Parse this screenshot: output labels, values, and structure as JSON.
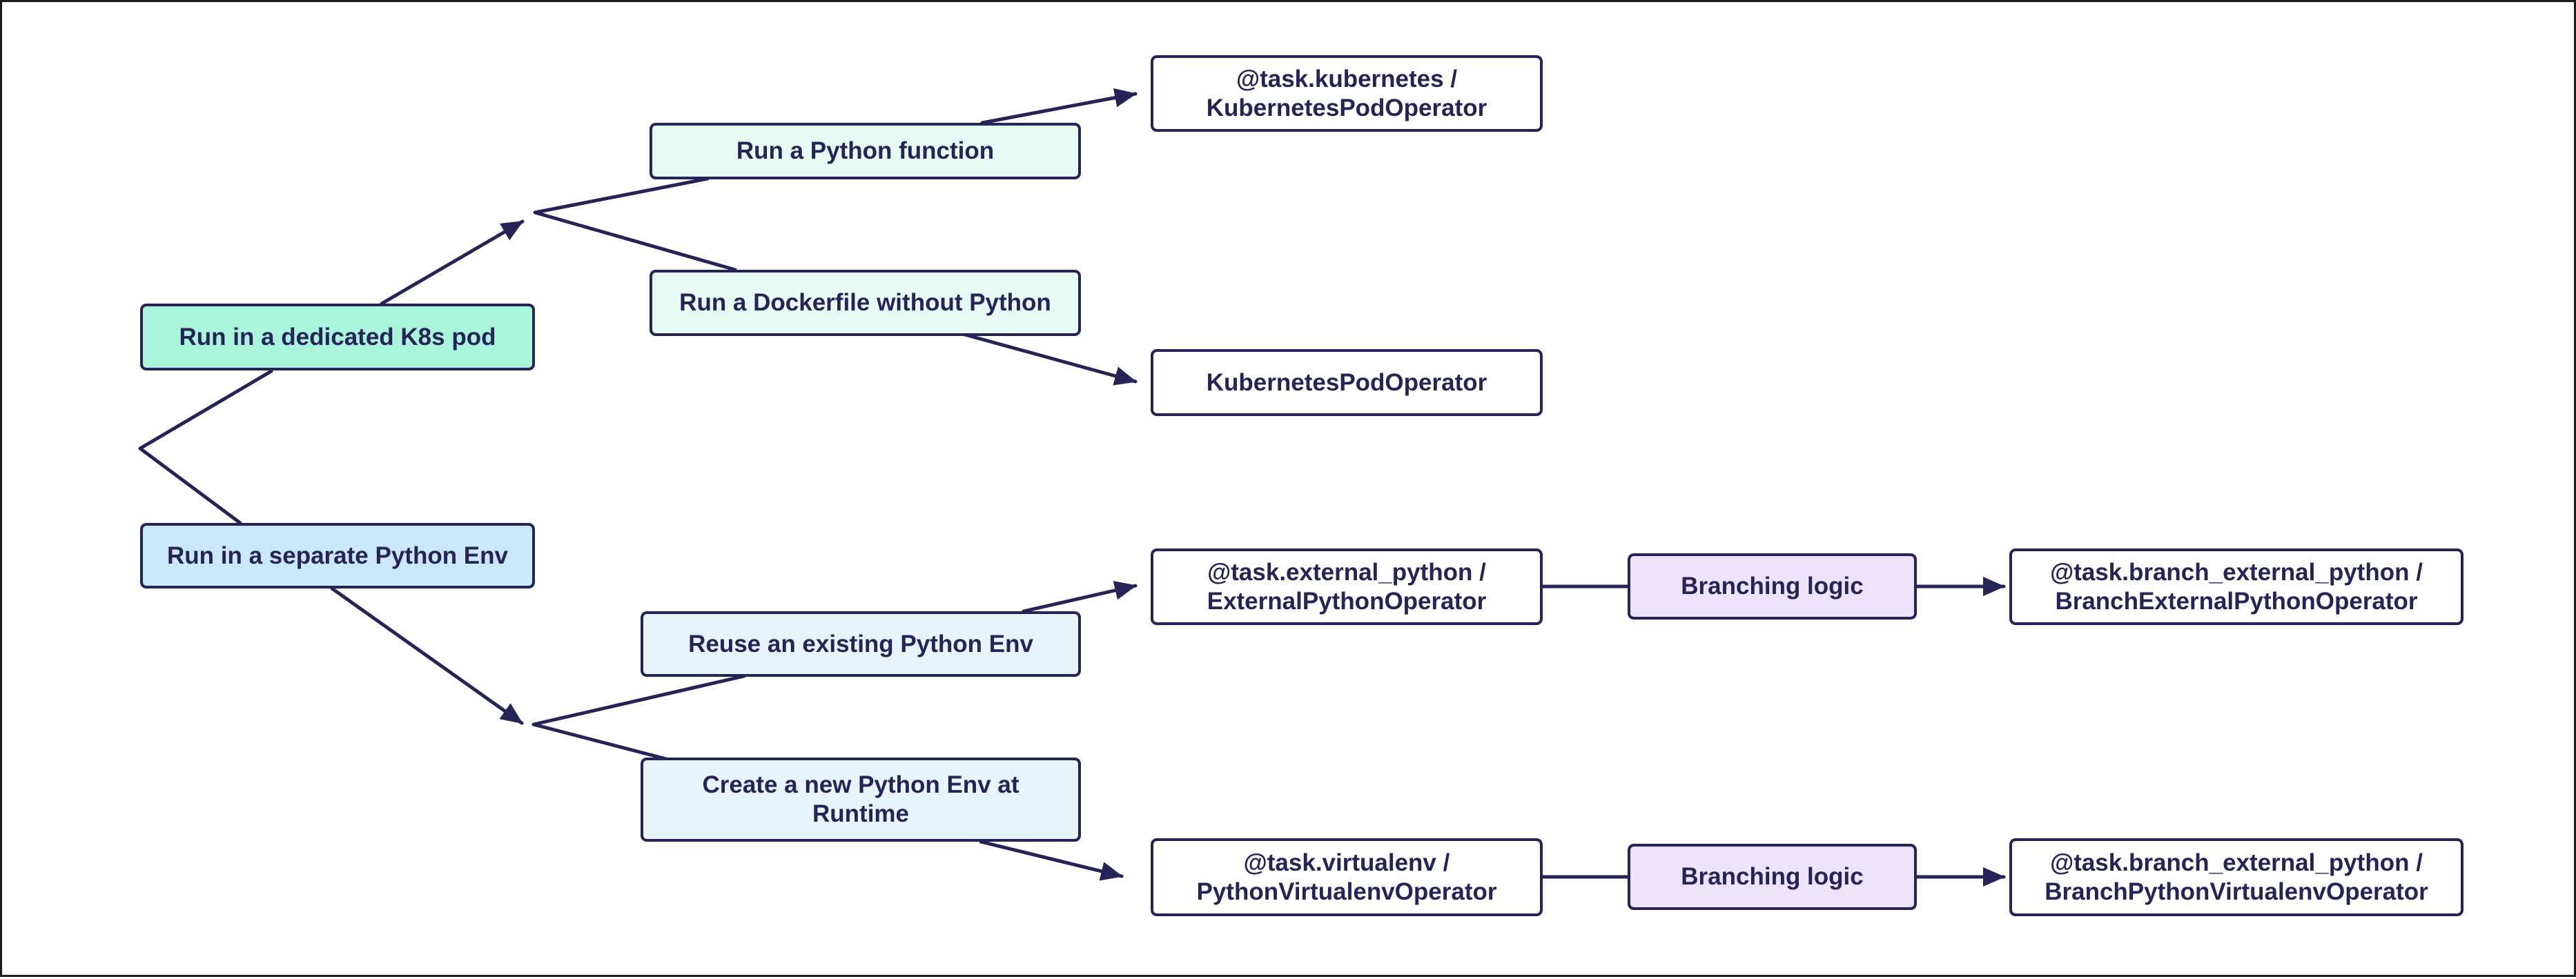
{
  "diagram": {
    "colors": {
      "line": "#262357",
      "k8s_pod": "#a8f5dc",
      "k8s_choice": "#e6fbf4",
      "python_env": "#cbe8fb",
      "env_choice": "#e6f4fc",
      "operator": "#ffffff",
      "branching": "#ede3fb"
    },
    "nodes": {
      "k8s_pod": "Run in a dedicated K8s pod",
      "python_env": "Run in a separate Python Env",
      "python_function": "Run a Python function",
      "dockerfile": "Run a Dockerfile without Python",
      "reuse_env": "Reuse an existing Python Env",
      "new_env": "Create a new Python Env at Runtime",
      "op_task_kubernetes": "@task.kubernetes / KubernetesPodOperator",
      "op_kubernetes_pod": "KubernetesPodOperator",
      "op_external_python": "@task.external_python / ExternalPythonOperator",
      "op_virtualenv": "@task.virtualenv / PythonVirtualenvOperator",
      "branching_1": "Branching logic",
      "branching_2": "Branching logic",
      "op_branch_external": "@task.branch_external_python / BranchExternalPythonOperator",
      "op_branch_virtualenv": "@task.branch_external_python / BranchPythonVirtualenvOperator"
    }
  }
}
